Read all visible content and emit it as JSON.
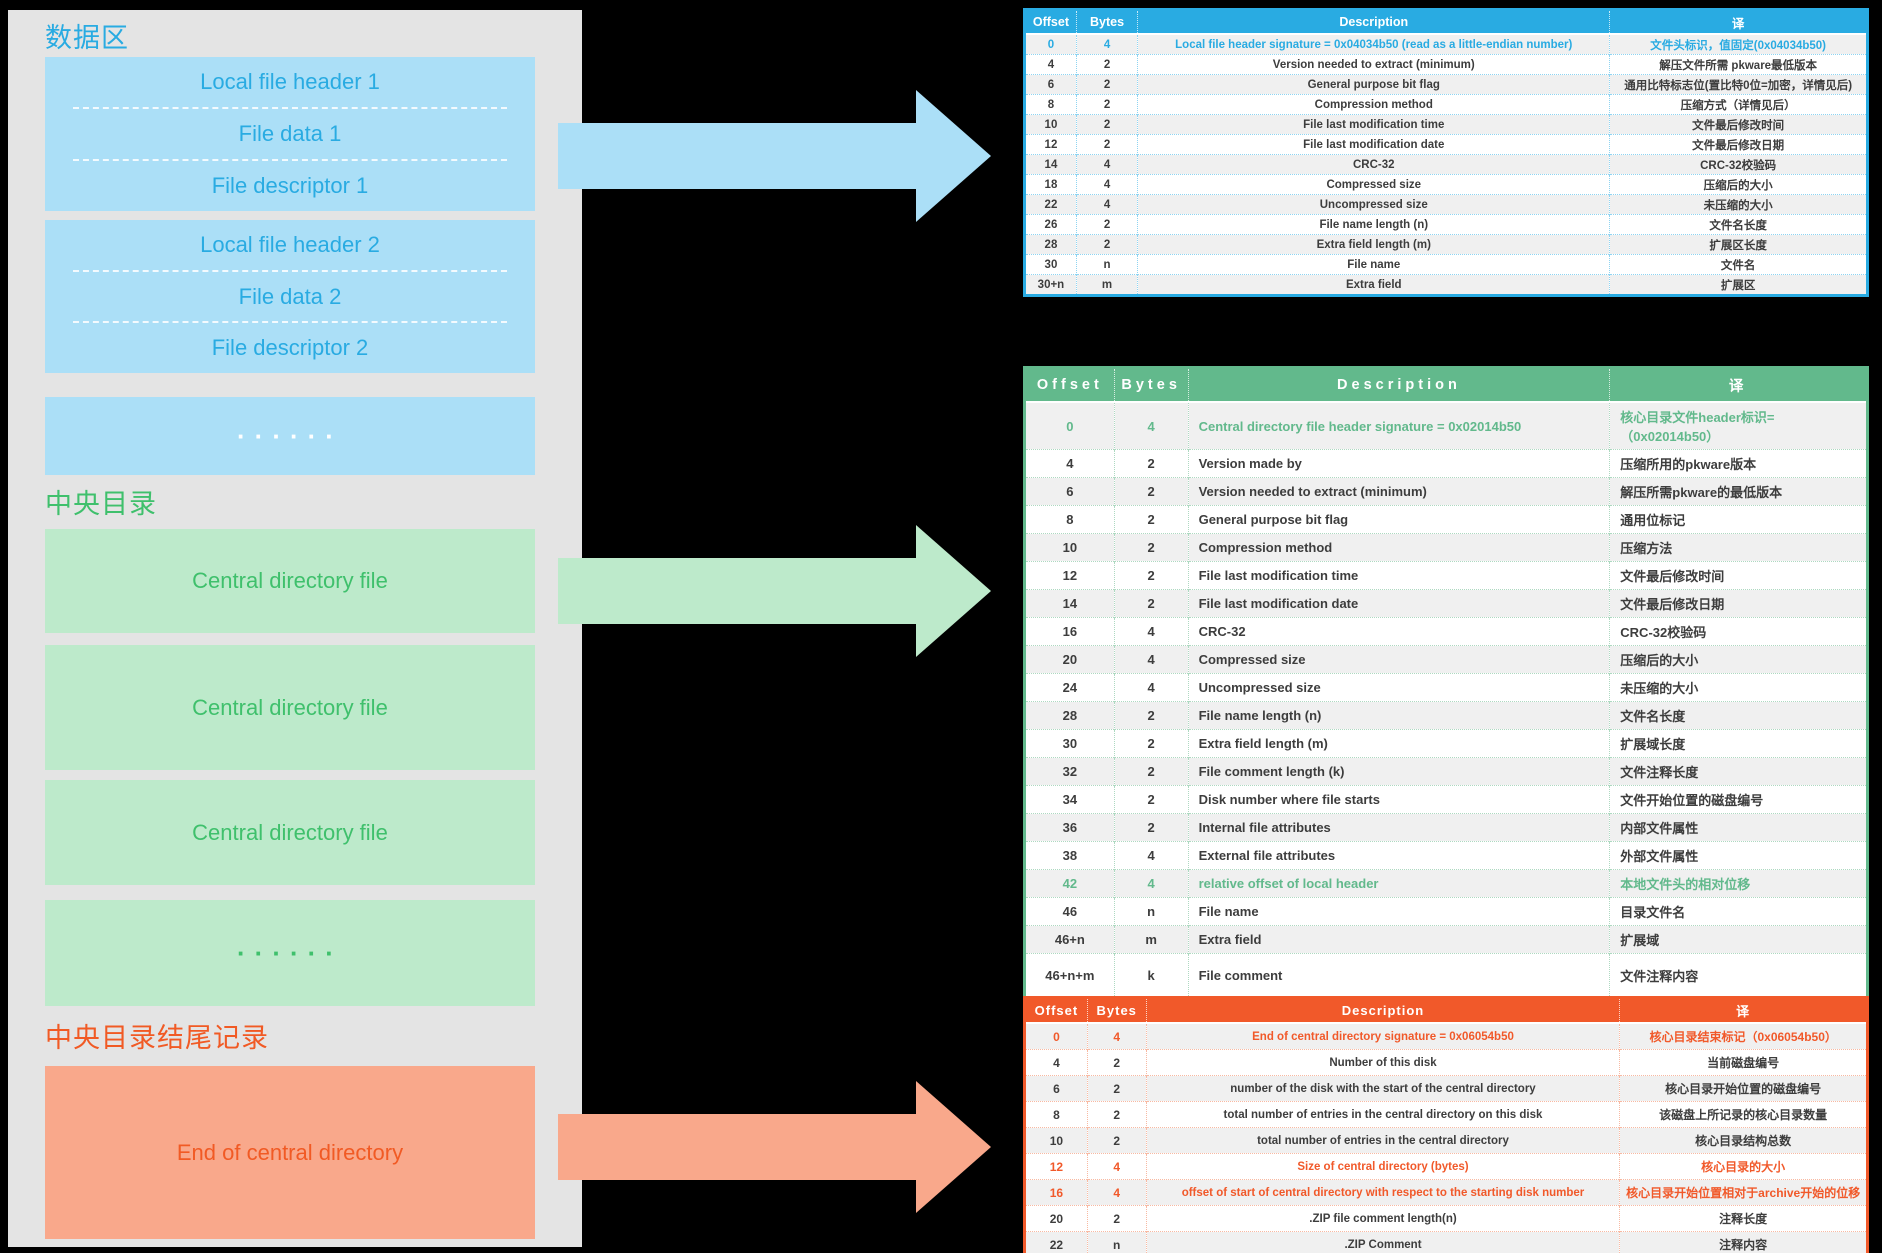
{
  "page": {
    "background": "#000000",
    "panel_bg": "#e4e4e4"
  },
  "diagram": {
    "sections": [
      {
        "id": "data-area",
        "title": "数据区",
        "accent": "#29abe2",
        "block_bg": "#abdff7",
        "blocks": [
          {
            "type": "segmented",
            "labels": [
              "Local file header 1",
              "File data 1",
              "File descriptor 1"
            ]
          },
          {
            "type": "segmented",
            "labels": [
              "Local file header 2",
              "File data 2",
              "File descriptor 2"
            ]
          },
          {
            "type": "dots",
            "label": "······",
            "dot_color": "#ffffff"
          }
        ]
      },
      {
        "id": "central-directory",
        "title": "中央目录",
        "accent": "#3fc06c",
        "block_bg": "#bdeacb",
        "blocks": [
          {
            "type": "plain",
            "labels": [
              "Central directory file"
            ]
          },
          {
            "type": "plain",
            "labels": [
              "Central directory file"
            ]
          },
          {
            "type": "plain",
            "labels": [
              "Central directory file"
            ]
          },
          {
            "type": "dots",
            "label": "······",
            "dot_color": "#3fc06c"
          }
        ]
      },
      {
        "id": "end-of-central-directory",
        "title": "中央目录结尾记录",
        "accent": "#f15a24",
        "block_bg": "#f9a88b",
        "blocks": [
          {
            "type": "plain",
            "labels": [
              "End of central directory"
            ]
          }
        ]
      }
    ],
    "arrows": [
      {
        "id": "arrow-local-file-header",
        "color": "#abdff7"
      },
      {
        "id": "arrow-central-directory",
        "color": "#bdeacb"
      },
      {
        "id": "arrow-end-of-central-directory",
        "color": "#f9a88b"
      }
    ]
  },
  "tables": [
    {
      "id": "local-file-header",
      "accent": "#29abe2",
      "dotted": "#8ed4f2",
      "columns": [
        "Offset",
        "Bytes",
        "Description",
        "译"
      ],
      "rows": [
        {
          "offset": "0",
          "bytes": "4",
          "description": "Local file header signature = 0x04034b50 (read as a little-endian number)",
          "translation": "文件头标识，值固定(0x04034b50)",
          "highlight": true
        },
        {
          "offset": "4",
          "bytes": "2",
          "description": "Version needed to extract (minimum)",
          "translation": "解压文件所需 pkware最低版本"
        },
        {
          "offset": "6",
          "bytes": "2",
          "description": "General purpose bit flag",
          "translation": "通用比特标志位(置比特0位=加密，详情见后)"
        },
        {
          "offset": "8",
          "bytes": "2",
          "description": "Compression method",
          "translation": "压缩方式（详情见后）"
        },
        {
          "offset": "10",
          "bytes": "2",
          "description": "File last modification time",
          "translation": "文件最后修改时间"
        },
        {
          "offset": "12",
          "bytes": "2",
          "description": "File last modification date",
          "translation": "文件最后修改日期"
        },
        {
          "offset": "14",
          "bytes": "4",
          "description": "CRC-32",
          "translation": "CRC-32校验码"
        },
        {
          "offset": "18",
          "bytes": "4",
          "description": "Compressed size",
          "translation": "压缩后的大小"
        },
        {
          "offset": "22",
          "bytes": "4",
          "description": "Uncompressed size",
          "translation": "未压缩的大小"
        },
        {
          "offset": "26",
          "bytes": "2",
          "description": "File name length (n)",
          "translation": "文件名长度"
        },
        {
          "offset": "28",
          "bytes": "2",
          "description": "Extra field length (m)",
          "translation": "扩展区长度"
        },
        {
          "offset": "30",
          "bytes": "n",
          "description": "File name",
          "translation": "文件名"
        },
        {
          "offset": "30+n",
          "bytes": "m",
          "description": "Extra field",
          "translation": "扩展区"
        }
      ]
    },
    {
      "id": "central-directory-file-header",
      "accent": "#62b98c",
      "dotted": "#aed9c1",
      "columns": [
        "Offset",
        "Bytes",
        "Description",
        "译"
      ],
      "rows": [
        {
          "offset": "0",
          "bytes": "4",
          "description": "Central directory file header signature = 0x02014b50",
          "translation": "核心目录文件header标识=（0x02014b50）",
          "highlight": true
        },
        {
          "offset": "4",
          "bytes": "2",
          "description": "Version made by",
          "translation": "压缩所用的pkware版本"
        },
        {
          "offset": "6",
          "bytes": "2",
          "description": "Version needed to extract (minimum)",
          "translation": "解压所需pkware的最低版本"
        },
        {
          "offset": "8",
          "bytes": "2",
          "description": "General purpose bit flag",
          "translation": "通用位标记"
        },
        {
          "offset": "10",
          "bytes": "2",
          "description": "Compression method",
          "translation": "压缩方法"
        },
        {
          "offset": "12",
          "bytes": "2",
          "description": "File last modification time",
          "translation": "文件最后修改时间"
        },
        {
          "offset": "14",
          "bytes": "2",
          "description": "File last modification date",
          "translation": "文件最后修改日期"
        },
        {
          "offset": "16",
          "bytes": "4",
          "description": "CRC-32",
          "translation": "CRC-32校验码"
        },
        {
          "offset": "20",
          "bytes": "4",
          "description": "Compressed size",
          "translation": "压缩后的大小"
        },
        {
          "offset": "24",
          "bytes": "4",
          "description": "Uncompressed size",
          "translation": "未压缩的大小"
        },
        {
          "offset": "28",
          "bytes": "2",
          "description": "File name length (n)",
          "translation": "文件名长度"
        },
        {
          "offset": "30",
          "bytes": "2",
          "description": "Extra field length (m)",
          "translation": "扩展域长度"
        },
        {
          "offset": "32",
          "bytes": "2",
          "description": "File comment length (k)",
          "translation": "文件注释长度"
        },
        {
          "offset": "34",
          "bytes": "2",
          "description": "Disk number where file starts",
          "translation": "文件开始位置的磁盘编号"
        },
        {
          "offset": "36",
          "bytes": "2",
          "description": "Internal file attributes",
          "translation": "内部文件属性"
        },
        {
          "offset": "38",
          "bytes": "4",
          "description": "External file attributes",
          "translation": "外部文件属性"
        },
        {
          "offset": "42",
          "bytes": "4",
          "description": "relative offset of local header",
          "translation": "本地文件头的相对位移",
          "highlight": true
        },
        {
          "offset": "46",
          "bytes": "n",
          "description": "File name",
          "translation": "目录文件名"
        },
        {
          "offset": "46+n",
          "bytes": "m",
          "description": "Extra field",
          "translation": "扩展域"
        },
        {
          "offset": "46+n+m",
          "bytes": "k",
          "description": "File comment",
          "translation": "文件注释内容"
        }
      ]
    },
    {
      "id": "end-of-central-directory-record",
      "accent": "#f1592a",
      "dotted": "#f8b9a2",
      "columns": [
        "Offset",
        "Bytes",
        "Description",
        "译"
      ],
      "rows": [
        {
          "offset": "0",
          "bytes": "4",
          "description": "End of central directory signature = 0x06054b50",
          "translation": "核心目录结束标记（0x06054b50）",
          "highlight": true
        },
        {
          "offset": "4",
          "bytes": "2",
          "description": "Number of this disk",
          "translation": "当前磁盘编号"
        },
        {
          "offset": "6",
          "bytes": "2",
          "description": "number of the disk with the start of the central directory",
          "translation": "核心目录开始位置的磁盘编号"
        },
        {
          "offset": "8",
          "bytes": "2",
          "description": "total number of entries in the central directory on this disk",
          "translation": "该磁盘上所记录的核心目录数量"
        },
        {
          "offset": "10",
          "bytes": "2",
          "description": "total number of entries in the central directory",
          "translation": "核心目录结构总数"
        },
        {
          "offset": "12",
          "bytes": "4",
          "description": "Size of central directory (bytes)",
          "translation": "核心目录的大小",
          "highlight": true
        },
        {
          "offset": "16",
          "bytes": "4",
          "description": "offset of start of central directory with respect to the starting disk number",
          "translation": "核心目录开始位置相对于archive开始的位移",
          "highlight": true
        },
        {
          "offset": "20",
          "bytes": "2",
          "description": ".ZIP file comment length(n)",
          "translation": "注释长度"
        },
        {
          "offset": "22",
          "bytes": "n",
          "description": ".ZIP Comment",
          "translation": "注释内容"
        }
      ]
    }
  ]
}
